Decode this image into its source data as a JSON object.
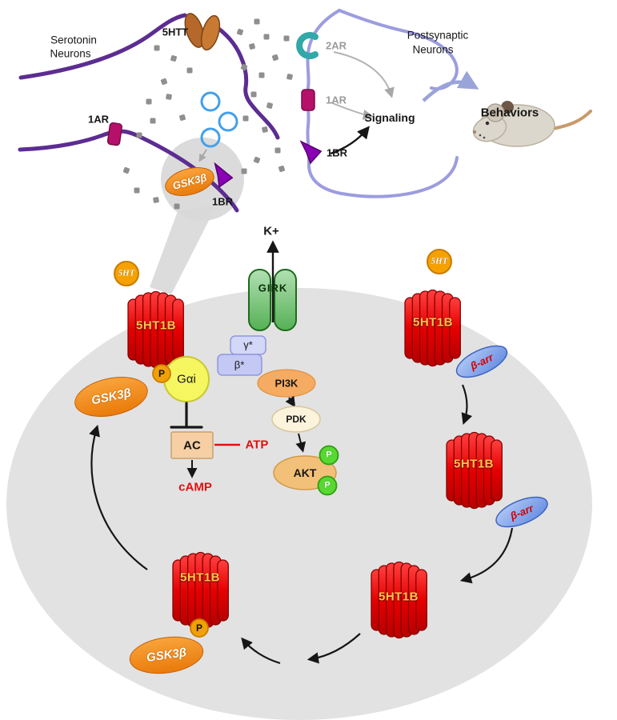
{
  "presynaptic": {
    "title_line1": "Serotonin",
    "title_line2": "Neurons",
    "transporter_label": "5HTT",
    "receptor_1ar_label": "1AR",
    "gsk3b_label": "GSK3β",
    "receptor_1br_label": "1BR"
  },
  "postsynaptic": {
    "title_line1": "Postsynaptic",
    "title_line2": "Neurons",
    "receptor_2ar_label": "2AR",
    "receptor_1ar_label": "1AR",
    "receptor_1br_label": "1BR",
    "signaling_label": "Signaling",
    "behaviors_label": "Behaviors"
  },
  "cell": {
    "potassium_label": "K+",
    "girk_label": "GIRK",
    "serotonin_label": "5HT",
    "receptor_label": "5HT1B",
    "phospho_label": "P",
    "gsk3b_label": "GSK3β",
    "g_alpha_i_label": "Gαi",
    "gamma_subunit_label": "γ*",
    "beta_subunit_label": "β*",
    "pi3k_label": "PI3K",
    "pdk_label": "PDK",
    "akt_label": "AKT",
    "adenylyl_cyclase_label": "AC",
    "atp_label": "ATP",
    "camp_label": "cAMP",
    "beta_arrestin_label": "β-arr"
  },
  "colors": {
    "receptor_red": "#e00000",
    "gsk3b_orange": "#ef8312",
    "serotonin_amber": "#f5a201",
    "g_alpha_yellow": "#f6f660",
    "girk_green": "#6fbf6f",
    "phospho_green": "#58d832",
    "beta_arrestin_blue": "#7da0ea",
    "presynaptic_membrane_purple": "#5c2d91",
    "postsynaptic_membrane_lavender": "#9c9ce0",
    "cell_gray": "#e2e2e2",
    "highlight_red_text": "#e01010"
  }
}
